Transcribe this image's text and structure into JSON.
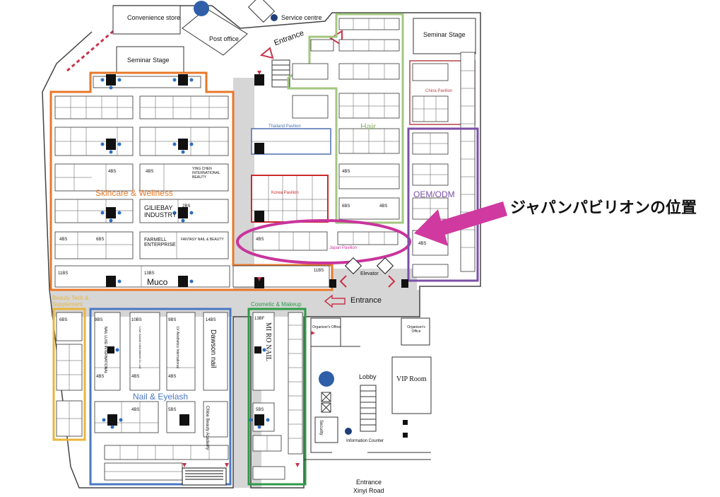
{
  "callout": {
    "text": "ジャパンパビリオンの位置",
    "arrow_color": "#d0399f",
    "ellipse_color": "#c8359c"
  },
  "facilities": {
    "convenience_store": "Convenience store",
    "post_office": "Post office",
    "service_centre": "Service centre",
    "seminar_stage_left": "Seminar Stage",
    "seminar_stage_right": "Seminar Stage",
    "entrance_top": "Entrance",
    "entrance_middle": "Entrance",
    "entrance_bottom": "Entrance",
    "road": "Xinyi Road",
    "elevator": "Elevator",
    "lobby": "Lobby",
    "vip_room": "VIP Room",
    "information_counter": "Information Counter",
    "security": "Security",
    "organizers_office_left": "Organizer's Office",
    "organizers_office_right": "Organizer's Office"
  },
  "zones": {
    "skincare": {
      "label": "Skincare & Wellness",
      "color": "#e8782a"
    },
    "hair": {
      "label": "Hair",
      "color": "#a3c77f"
    },
    "oem": {
      "label": "OEM/ODM",
      "color": "#7b4fa8"
    },
    "nail": {
      "label": "Nail & Eyelash",
      "color": "#4a78c2"
    },
    "beauty_tech": {
      "label": "Beauty Tech & Supplement",
      "color": "#e9b43b"
    },
    "cosmetic": {
      "label": "Cosmetic & Makeup",
      "color": "#2e9a47"
    },
    "thailand": {
      "label": "Thailand Pavilion",
      "color": "#4f6fb0"
    },
    "korea": {
      "label": "Korea Pavilion",
      "color": "#cc2a2a"
    },
    "china": {
      "label": "China Pavilion",
      "color": "#b7434a"
    },
    "japan": {
      "label": "Japan Pavilion",
      "color": "#c8359c"
    }
  },
  "exhibitors": {
    "giliebay": "GILIEBAY INDUSTRY",
    "farmell": "FARMELL ENTERPRISE",
    "fantasy": "FANTASY NAIL & BEAUTY",
    "yingchen": "YING CHEN INTERNATIONAL BEAUTY",
    "muco": "Muco",
    "miro": "MI RO NAIL",
    "dawson": "Dawson nail",
    "chloe": "Chloe Beauty Academy",
    "nailluxe": "NAIL LUXE INTERNATIONAL",
    "lv": "LV Aesthetics International",
    "love": "Love Sunset International Co.,Ltd"
  },
  "booth_tags": {
    "s1": "4BS",
    "s2": "4BS",
    "s3": "4BS",
    "s4": "6BS",
    "s5": "2BS",
    "s6": "11BS",
    "s7": "13BS",
    "s8": "11BS",
    "h1": "4BS",
    "h2": "6BS",
    "h3": "4BS",
    "j1": "4BS",
    "o1": "4BS",
    "n1": "9BS",
    "n2": "10BS",
    "n3": "9BS",
    "n4": "14BS",
    "n5": "4BS",
    "n6": "4BS",
    "n7": "4BS",
    "n8": "4BS",
    "n9": "5BS",
    "b1": "6BS",
    "c1": "13BF",
    "c2": "5BS"
  }
}
